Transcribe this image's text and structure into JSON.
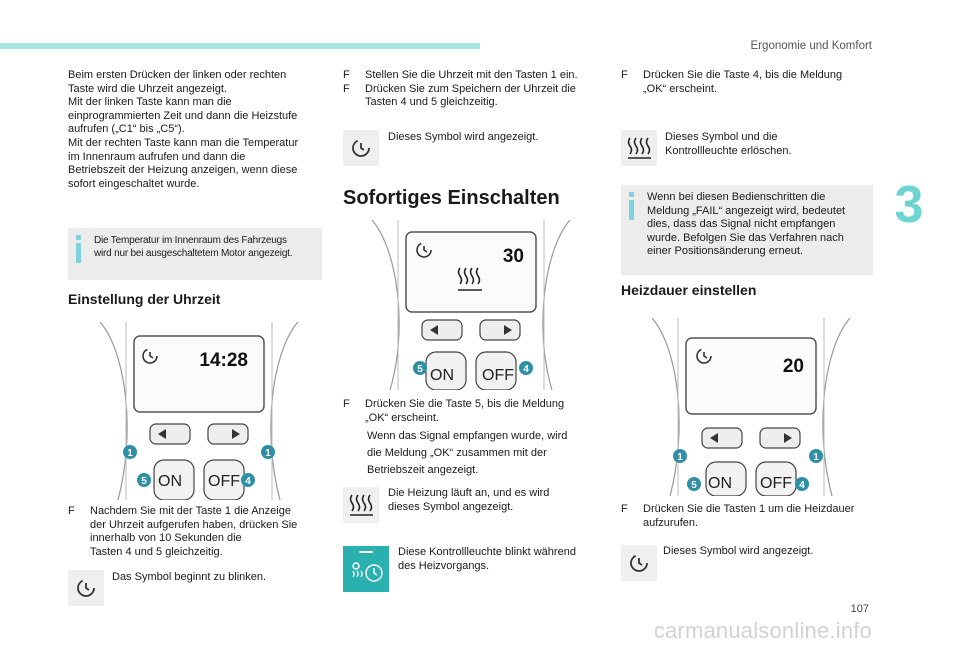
{
  "header": {
    "section": "Ergonomie und Komfort",
    "chapter": "3",
    "page": "107"
  },
  "watermark": "carmanualsonline.info",
  "col1": {
    "intro": [
      "Beim ersten Drücken der linken oder rechten",
      "Taste wird die Uhrzeit angezeigt.",
      "Mit der linken Taste kann man die",
      "einprogrammierten Zeit und dann die Heizstufe",
      "aufrufen („C1“ bis „C5“).",
      "Mit der rechten Taste kann man die Temperatur",
      "im Innenraum aufrufen und dann die",
      "Betriebszeit der Heizung anzeigen, wenn diese",
      "sofort eingeschaltet wurde."
    ],
    "info": [
      "Die Temperatur im Innenraum des Fahrzeugs",
      "wird nur bei ausgeschaltetem Motor angezeigt."
    ],
    "heading": "Einstellung der Uhrzeit",
    "remote_display": "14:28",
    "step": [
      "Nachdem Sie mit der Taste 1 die Anzeige",
      "der Uhrzeit aufgerufen haben, drücken Sie",
      "innerhalb von 10 Sekunden die",
      "Tasten 4 und 5 gleichzeitig."
    ],
    "icon_note": "Das Symbol beginnt zu blinken."
  },
  "col2": {
    "steps": [
      "Stellen Sie die Uhrzeit mit den Tasten 1 ein.",
      "Drücken Sie zum Speichern der Uhrzeit die",
      "Tasten 4 und 5 gleichzeitig."
    ],
    "icon_note1": "Dieses Symbol wird angezeigt.",
    "heading": "Sofortiges Einschalten",
    "remote_display": "30",
    "step2": [
      "Drücken Sie die Taste 5, bis die Meldung",
      "„OK“ erscheint."
    ],
    "step2_sub": [
      "Wenn das Signal empfangen wurde, wird",
      "die Meldung „OK“ zusammen mit der",
      "Betriebszeit angezeigt."
    ],
    "icon_note2": [
      "Die Heizung läuft an, und es wird",
      "dieses Symbol angezeigt."
    ],
    "icon_note3": [
      "Diese Kontrollleuchte blinkt während",
      "des Heizvorgangs."
    ]
  },
  "col3": {
    "step": [
      "Drücken Sie die Taste 4, bis die Meldung",
      "„OK“ erscheint."
    ],
    "icon_note1": [
      "Dieses Symbol und die",
      "Kontrollleuchte erlöschen."
    ],
    "info": [
      "Wenn bei diesen Bedienschritten die",
      "Meldung „FAIL“ angezeigt wird, bedeutet",
      "dies, dass das Signal nicht empfangen",
      "wurde. Befolgen Sie das Verfahren nach",
      "einer Positionsänderung erneut."
    ],
    "heading": "Heizdauer einstellen",
    "remote_display": "20",
    "step2": [
      "Drücken Sie die Tasten 1 um die Heizdauer",
      "aufzurufen."
    ],
    "icon_note2": "Dieses Symbol wird angezeigt."
  },
  "remote_labels": {
    "on": "ON",
    "off": "OFF",
    "b1": "1",
    "b4": "4",
    "b5": "5"
  },
  "bullet": "F",
  "colors": {
    "accent": "#6dd4d1",
    "badge": "#2f8fa7",
    "teal_icon": "#2bb0b0"
  }
}
